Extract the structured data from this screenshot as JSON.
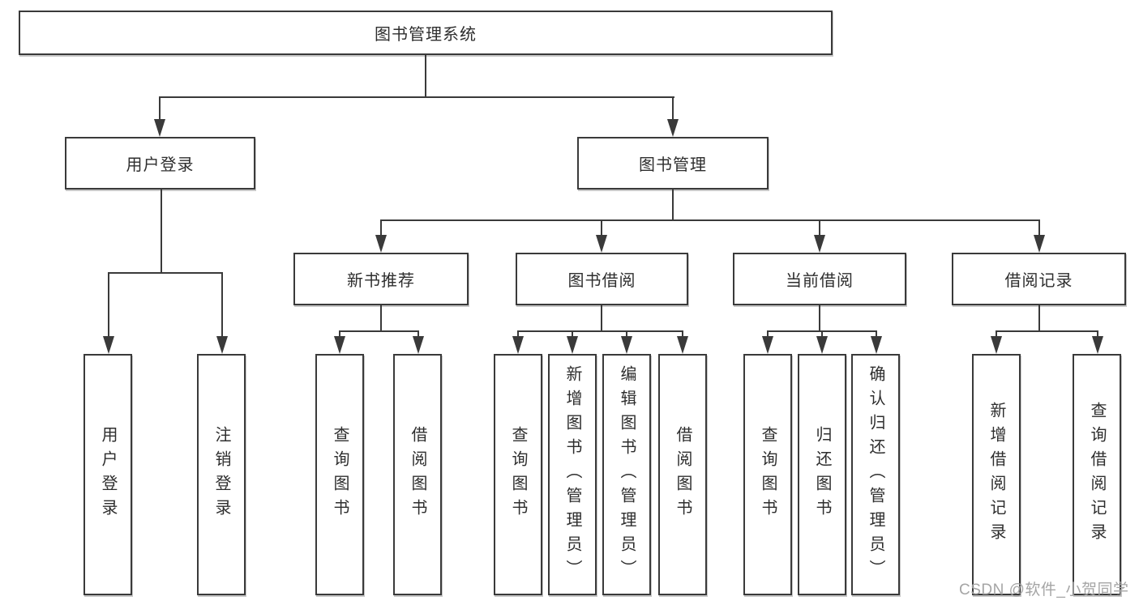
{
  "tree": {
    "label": "图书管理系统",
    "children": [
      {
        "label": "用户登录",
        "children": [
          {
            "label": "用户登录"
          },
          {
            "label": "注销登录"
          }
        ]
      },
      {
        "label": "图书管理",
        "children": [
          {
            "label": "新书推荐",
            "children": [
              {
                "label": "查询图书"
              },
              {
                "label": "借阅图书"
              }
            ]
          },
          {
            "label": "图书借阅",
            "children": [
              {
                "label": "查询图书"
              },
              {
                "label": "新增图书（管理员）"
              },
              {
                "label": "编辑图书（管理员）"
              },
              {
                "label": "借阅图书"
              }
            ]
          },
          {
            "label": "当前借阅",
            "children": [
              {
                "label": "查询图书"
              },
              {
                "label": "归还图书"
              },
              {
                "label": "确认归还（管理员）"
              }
            ]
          },
          {
            "label": "借阅记录",
            "children": [
              {
                "label": "新增借阅记录"
              },
              {
                "label": "查询借阅记录"
              }
            ]
          }
        ]
      }
    ]
  },
  "watermark": {
    "text": "CSDN @软件_小贺同学"
  },
  "colors": {
    "line": "#3a3a3a",
    "text": "#2e2e2e",
    "watermark": "#a5a5a5",
    "background": "#ffffff"
  }
}
